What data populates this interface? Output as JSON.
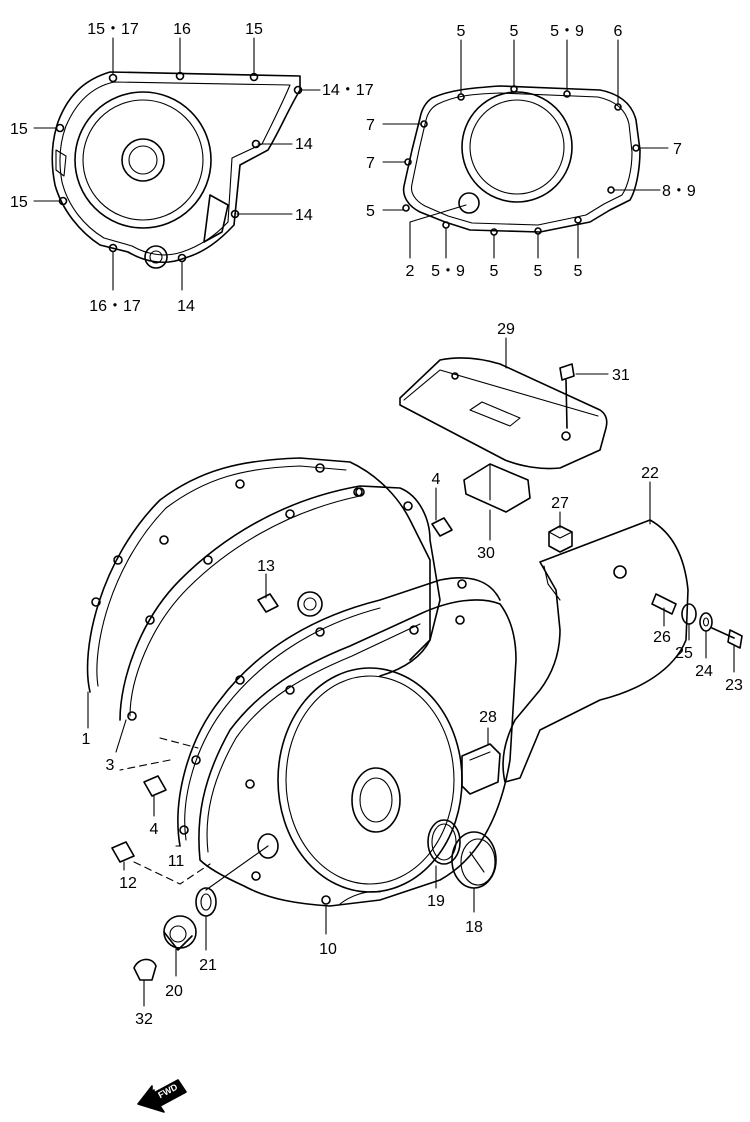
{
  "callouts": {
    "top_left": {
      "c15_17": "15・17",
      "c16": "16",
      "c15_top": "15",
      "c14_17": "14・17",
      "c15_left_a": "15",
      "c14_a": "14",
      "c15_left_b": "15",
      "c14_b": "14",
      "c16_17": "16・17",
      "c14_bottom": "14"
    },
    "top_right": {
      "c5_a": "5",
      "c5_b": "5",
      "c5_9_top": "5・9",
      "c6": "6",
      "c7_a": "7",
      "c7_right": "7",
      "c7_b": "7",
      "c8_9": "8・9",
      "c5_left": "5",
      "c2": "2",
      "c5_9_bottom": "5・9",
      "c5_c": "5",
      "c5_d": "5",
      "c5_e": "5"
    },
    "main": {
      "c29": "29",
      "c31": "31",
      "c4_top": "4",
      "c30": "30",
      "c22": "22",
      "c27": "27",
      "c13": "13",
      "c26": "26",
      "c25": "25",
      "c24": "24",
      "c23": "23",
      "c1": "1",
      "c3": "3",
      "c28": "28",
      "c4_bottom": "4",
      "c11": "11",
      "c12": "12",
      "c19": "19",
      "c18": "18",
      "c10": "10",
      "c21": "21",
      "c20": "20",
      "c32": "32"
    }
  },
  "fwd_badge": "FWD"
}
